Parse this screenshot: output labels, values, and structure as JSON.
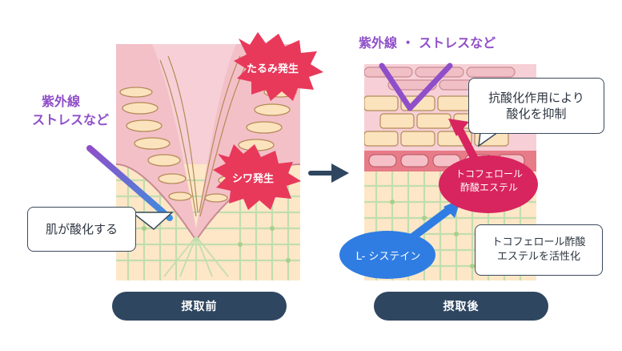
{
  "before": {
    "stress_label_line1": "紫外線",
    "stress_label_line2": "ストレスなど",
    "burst_sagging": "たるみ発生",
    "burst_wrinkle": "シワ発生",
    "oxidize_callout": "肌が酸化する",
    "pill_label": "摂取前"
  },
  "after": {
    "stress_label": "紫外線 ・ ストレスなど",
    "antioxidant_callout_line1": "抗酸化作用により",
    "antioxidant_callout_line2": "酸化を抑制",
    "tocopherol_oval_line1": "トコフェロール",
    "tocopherol_oval_line2": "酢酸エステル",
    "cysteine_oval": "L- システイン",
    "activate_callout_line1": "トコフェロール酢酸",
    "activate_callout_line2": "エステルを活性化",
    "pill_label": "摂取後"
  },
  "colors": {
    "skin_pink": "#f7d3d8",
    "cell_yellow": "#fbe6c4",
    "cell_outline": "#c9a87a",
    "net_green": "#bcd8a8",
    "burst_red": "#e8395b",
    "oval_magenta": "#d8245f",
    "oval_blue": "#2f7de3",
    "purple": "#8f4fc8",
    "navy": "#2f4660"
  }
}
